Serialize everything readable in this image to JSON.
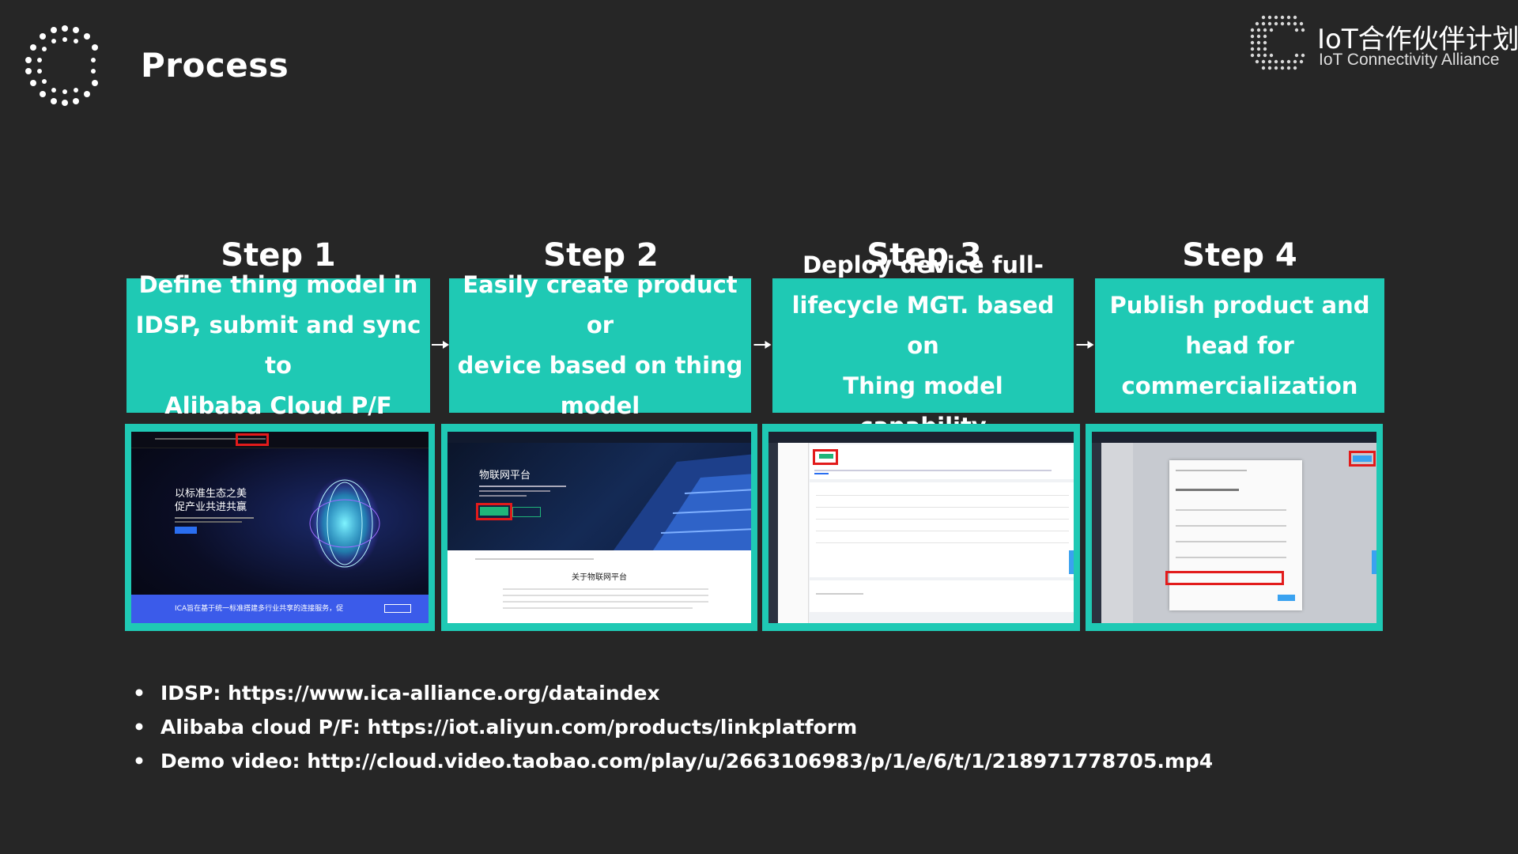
{
  "header": {
    "title": "Process",
    "brand_cn": "IoT合作伙伴计划",
    "brand_en": "IoT Connectivity Alliance"
  },
  "steps": [
    {
      "title": "Step 1",
      "lines": [
        "Define thing model in",
        "IDSP, submit and sync to",
        "Alibaba Cloud P/F"
      ]
    },
    {
      "title": "Step 2",
      "lines": [
        "Easily create product or",
        "device based on thing",
        "model"
      ]
    },
    {
      "title": "Step 3",
      "lines": [
        "Deploy device full-",
        "lifecycle MGT. based on",
        "Thing model capability"
      ]
    },
    {
      "title": "Step 4",
      "lines": [
        "Publish product and",
        "head for",
        "commercialization"
      ]
    }
  ],
  "screens": {
    "s1_headline_1": "以标准生态之美",
    "s1_headline_2": "促产业共进共赢",
    "s1_footer": "ICA旨在基于统一标准搭建多行业共享的连接服务，促",
    "s2_headline": "物联网平台",
    "s2_section_title": "关于物联网平台"
  },
  "links": [
    {
      "bullet": "•",
      "text": "IDSP: https://www.ica-alliance.org/dataindex"
    },
    {
      "bullet": "•",
      "text": "Alibaba cloud P/F: https://iot.aliyun.com/products/linkplatform"
    },
    {
      "bullet": "•",
      "text": "Demo video: http://cloud.video.taobao.com/play/u/2663106983/p/1/e/6/t/1/218971778705.mp4"
    }
  ],
  "colors": {
    "background": "#262626",
    "accent_teal": "#1fc9b4",
    "highlight_red": "#e21b1b"
  }
}
